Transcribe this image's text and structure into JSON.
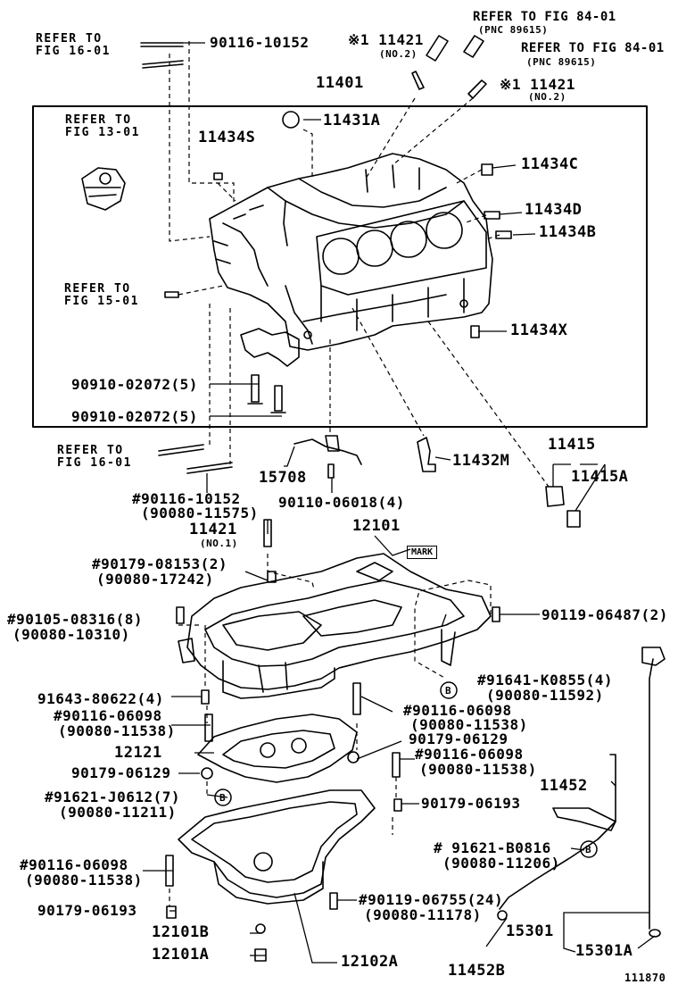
{
  "labels": {
    "l90116_10152_top": "90116-10152",
    "ref_fig16_top": "REFER TO",
    "ref_fig16_top2": "FIG 16-01",
    "l11421_a": "※1 11421",
    "l11421_a_sub": "(NO.2)",
    "ref84_a": "REFER TO FIG 84-01",
    "ref84_a_sub": "(PNC 89615)",
    "ref84_b": "REFER TO FIG 84-01",
    "ref84_b_sub": "(PNC 89615)",
    "l11421_b": "※1 11421",
    "l11421_b_sub": "(NO.2)",
    "l11401": "11401",
    "l11431a": "11431A",
    "ref13": "REFER TO",
    "ref13_2": "FIG 13-01",
    "l11434s": "11434S",
    "l11434c": "11434C",
    "l11434d": "11434D",
    "l11434b": "11434B",
    "ref15": "REFER TO",
    "ref15_2": "FIG 15-01",
    "l11434x": "11434X",
    "l90910_a": "90910-02072(5)",
    "l90910_b": "90910-02072(5)",
    "ref16_bot": "REFER TO",
    "ref16_bot2": "FIG 16-01",
    "l11415": "11415",
    "l11415a": "11415A",
    "l15708": "15708",
    "l11432m": "11432M",
    "l90116_10152_bot": "#90116-10152",
    "l90080_11575": "(90080-11575)",
    "l90110_06018": "90110-06018(4)",
    "l11421_c": "11421",
    "l11421_c_sub": "(NO.1)",
    "l12101": "12101",
    "mark": "MARK",
    "l90179_08153": "#90179-08153(2)",
    "l90080_17242": "(90080-17242)",
    "l90105_08316": "#90105-08316(8)",
    "l90080_10310": "(90080-10310)",
    "l90119_06487": "90119-06487(2)",
    "l91641": "#91641-K0855(4)",
    "l90080_11592": "(90080-11592)",
    "l91643": "91643-80622(4)",
    "l90116_06098_a": "#90116-06098",
    "l90080_11538_a": "(90080-11538)",
    "l90116_06098_b": "#90116-06098",
    "l90080_11538_b": "(90080-11538)",
    "l12121": "12121",
    "l90179_06129_a": "90179-06129",
    "l90179_06129_b": "90179-06129",
    "l90116_06098_c": "#90116-06098",
    "l90080_11538_c": "(90080-11538)",
    "l91621_j": "#91621-J0612(7)",
    "l90080_11211": "(90080-11211)",
    "l90179_06193_a": "90179-06193",
    "l11452": "11452",
    "l91621_b": "# 91621-B0816",
    "l90080_11206": "(90080-11206)",
    "l90116_06098_d": "#90116-06098",
    "l90080_11538_d": "(90080-11538)",
    "l90179_06193_b": "90179-06193",
    "l90119_06755": "#90119-06755(24)",
    "l90080_11178": "(90080-11178)",
    "l12101b": "12101B",
    "l12101a": "12101A",
    "l12102a": "12102A",
    "l15301": "15301",
    "l15301a": "15301A",
    "l11452b": "11452B",
    "fig_no": "111870",
    "b_mark": "B"
  }
}
